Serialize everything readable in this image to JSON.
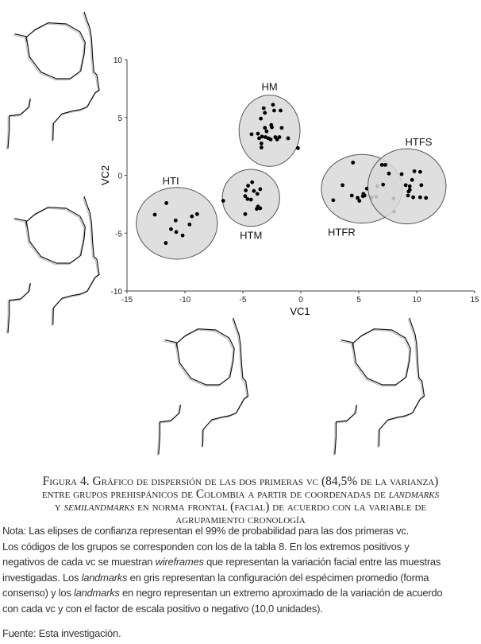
{
  "chart_data": {
    "type": "scatter",
    "xlabel": "VC1",
    "ylabel": "VC2",
    "xlim": [
      -15,
      15
    ],
    "ylim": [
      -10,
      10
    ],
    "xticks": [
      -15,
      -10,
      -5,
      0,
      5,
      10,
      15
    ],
    "yticks": [
      10,
      5,
      0,
      -5,
      -10
    ],
    "grid": false,
    "groups": [
      {
        "name": "HM",
        "ellipse": {
          "cx": -2.7,
          "cy": 3.85,
          "rx": 2.63,
          "ry": 3.08
        },
        "points": [
          [
            -2.4,
            6.1
          ],
          [
            -3.2,
            5.8
          ],
          [
            -3.1,
            5.4
          ],
          [
            -1.75,
            5.6
          ],
          [
            -2.3,
            5.6
          ],
          [
            -3.45,
            4.9
          ],
          [
            -2.55,
            4.35
          ],
          [
            -2.5,
            4.15
          ],
          [
            -3.1,
            4.1
          ],
          [
            -1.65,
            4.1
          ],
          [
            -2.95,
            3.8
          ],
          [
            -4.25,
            3.55
          ],
          [
            -3.7,
            3.6
          ],
          [
            -3.6,
            3.2
          ],
          [
            -3.35,
            3.35
          ],
          [
            -3.05,
            3.3
          ],
          [
            -2.8,
            3.2
          ],
          [
            -2.6,
            3.1
          ],
          [
            -2.2,
            3.3
          ],
          [
            -2.05,
            3.1
          ],
          [
            -1.85,
            3.3
          ],
          [
            -1.1,
            3.2
          ],
          [
            -3.4,
            2.75
          ],
          [
            -3.4,
            2.4
          ],
          [
            -0.25,
            2.35
          ]
        ]
      },
      {
        "name": "HTM",
        "ellipse": {
          "cx": -4.3,
          "cy": -1.95,
          "rx": 2.47,
          "ry": 2.46
        },
        "points": [
          [
            -4.2,
            -0.6
          ],
          [
            -4.55,
            -0.9
          ],
          [
            -3.5,
            -1.2
          ],
          [
            -4.75,
            -1.3
          ],
          [
            -4.05,
            -1.35
          ],
          [
            -3.75,
            -1.6
          ],
          [
            -4.8,
            -1.8
          ],
          [
            -4.6,
            -2.05
          ],
          [
            -4.3,
            -2.1
          ],
          [
            -6.7,
            -2.2
          ],
          [
            -3.7,
            -2.7
          ],
          [
            -3.5,
            -2.85
          ],
          [
            -3.8,
            -2.9
          ],
          [
            -4.8,
            -3.35
          ]
        ]
      },
      {
        "name": "HTI",
        "ellipse": {
          "cx": -10.7,
          "cy": -4.15,
          "rx": 3.5,
          "ry": 3.1
        },
        "points": [
          [
            -11.6,
            -2.4
          ],
          [
            -12.6,
            -3.4
          ],
          [
            -8.95,
            -3.35
          ],
          [
            -9.4,
            -3.55
          ],
          [
            -10.8,
            -3.9
          ],
          [
            -9.6,
            -4.25
          ],
          [
            -11.2,
            -4.65
          ],
          [
            -10.75,
            -4.9
          ],
          [
            -10.2,
            -5.2
          ],
          [
            -11.65,
            -5.85
          ]
        ]
      },
      {
        "name": "HTFR",
        "ellipse": {
          "cx": 5.27,
          "cy": -1.17,
          "rx": 3.5,
          "ry": 2.97
        },
        "points": [
          [
            4.5,
            1.1
          ],
          [
            3.6,
            -0.85
          ],
          [
            5.7,
            -1.15
          ],
          [
            6.6,
            -0.95
          ],
          [
            2.8,
            -2.15
          ],
          [
            4.4,
            -1.75
          ],
          [
            4.9,
            -1.95
          ],
          [
            5.05,
            -2.2
          ],
          [
            5.4,
            -1.6
          ],
          [
            5.35,
            -1.8
          ],
          [
            5.5,
            -1.75
          ],
          [
            6.1,
            -1.9
          ],
          [
            6.5,
            -1.85
          ],
          [
            8.0,
            -2.0
          ],
          [
            8.05,
            -3.15
          ]
        ]
      },
      {
        "name": "HTFS",
        "ellipse": {
          "cx": 9.16,
          "cy": -0.95,
          "rx": 3.37,
          "ry": 3.25
        },
        "points": [
          [
            7.0,
            0.9
          ],
          [
            7.3,
            0.9
          ],
          [
            7.6,
            0.15
          ],
          [
            8.7,
            0.1
          ],
          [
            9.8,
            0.35
          ],
          [
            10.3,
            0.3
          ],
          [
            7.1,
            -0.8
          ],
          [
            9.05,
            -0.85
          ],
          [
            9.6,
            -0.4
          ],
          [
            9.4,
            -0.95
          ],
          [
            10.4,
            -0.85
          ],
          [
            9.4,
            -1.25
          ],
          [
            9.3,
            -1.4
          ],
          [
            9.25,
            -1.75
          ],
          [
            9.7,
            -1.9
          ],
          [
            10.3,
            -1.9
          ],
          [
            10.8,
            -1.95
          ]
        ]
      }
    ]
  },
  "colors": {
    "ellipse_fill": "#d9d9d9",
    "point": "#000000",
    "consensus": "#bdbdbd"
  },
  "caption": {
    "lines": [
      [
        {
          "t": "Figura 4. Gráfico de dispersión de las dos primeras vc (84,5% de la varianza)"
        }
      ],
      [
        {
          "t": "entre grupos prehispánicos de Colombia a partir de coordenadas de "
        },
        {
          "t": "landmarks",
          "i": true
        }
      ],
      [
        {
          "t": "y "
        },
        {
          "t": "semilandmarks",
          "i": true
        },
        {
          "t": " en norma frontal (facial) de acuerdo con la variable de"
        }
      ],
      [
        {
          "t": "agrupamiento cronología"
        }
      ]
    ]
  },
  "note": {
    "lines": [
      [
        {
          "t": "Nota: Las elipses de confianza representan el 99% de probabilidad para las dos primeras vc."
        }
      ],
      [
        {
          "t": "Los códigos de los grupos se corresponden con los de la tabla 8. En los extremos positivos y"
        }
      ],
      [
        {
          "t": "negativos de cada vc se muestran "
        },
        {
          "t": "wireframes",
          "i": true
        },
        {
          "t": " que representan la variación facial entre las muestras"
        }
      ],
      [
        {
          "t": "investigadas. Los "
        },
        {
          "t": "landmarks",
          "i": true
        },
        {
          "t": " en gris representan la configuración del espécimen promedio (forma"
        }
      ],
      [
        {
          "t": "consenso) y los "
        },
        {
          "t": "landmarks",
          "i": true
        },
        {
          "t": " en negro representan un extremo aproximado de la variación de acuerdo"
        }
      ],
      [
        {
          "t": "con cada vc y con el factor de escala positivo o negativo (10,0 unidades)."
        }
      ]
    ]
  },
  "source": "Fuente: Esta investigación."
}
